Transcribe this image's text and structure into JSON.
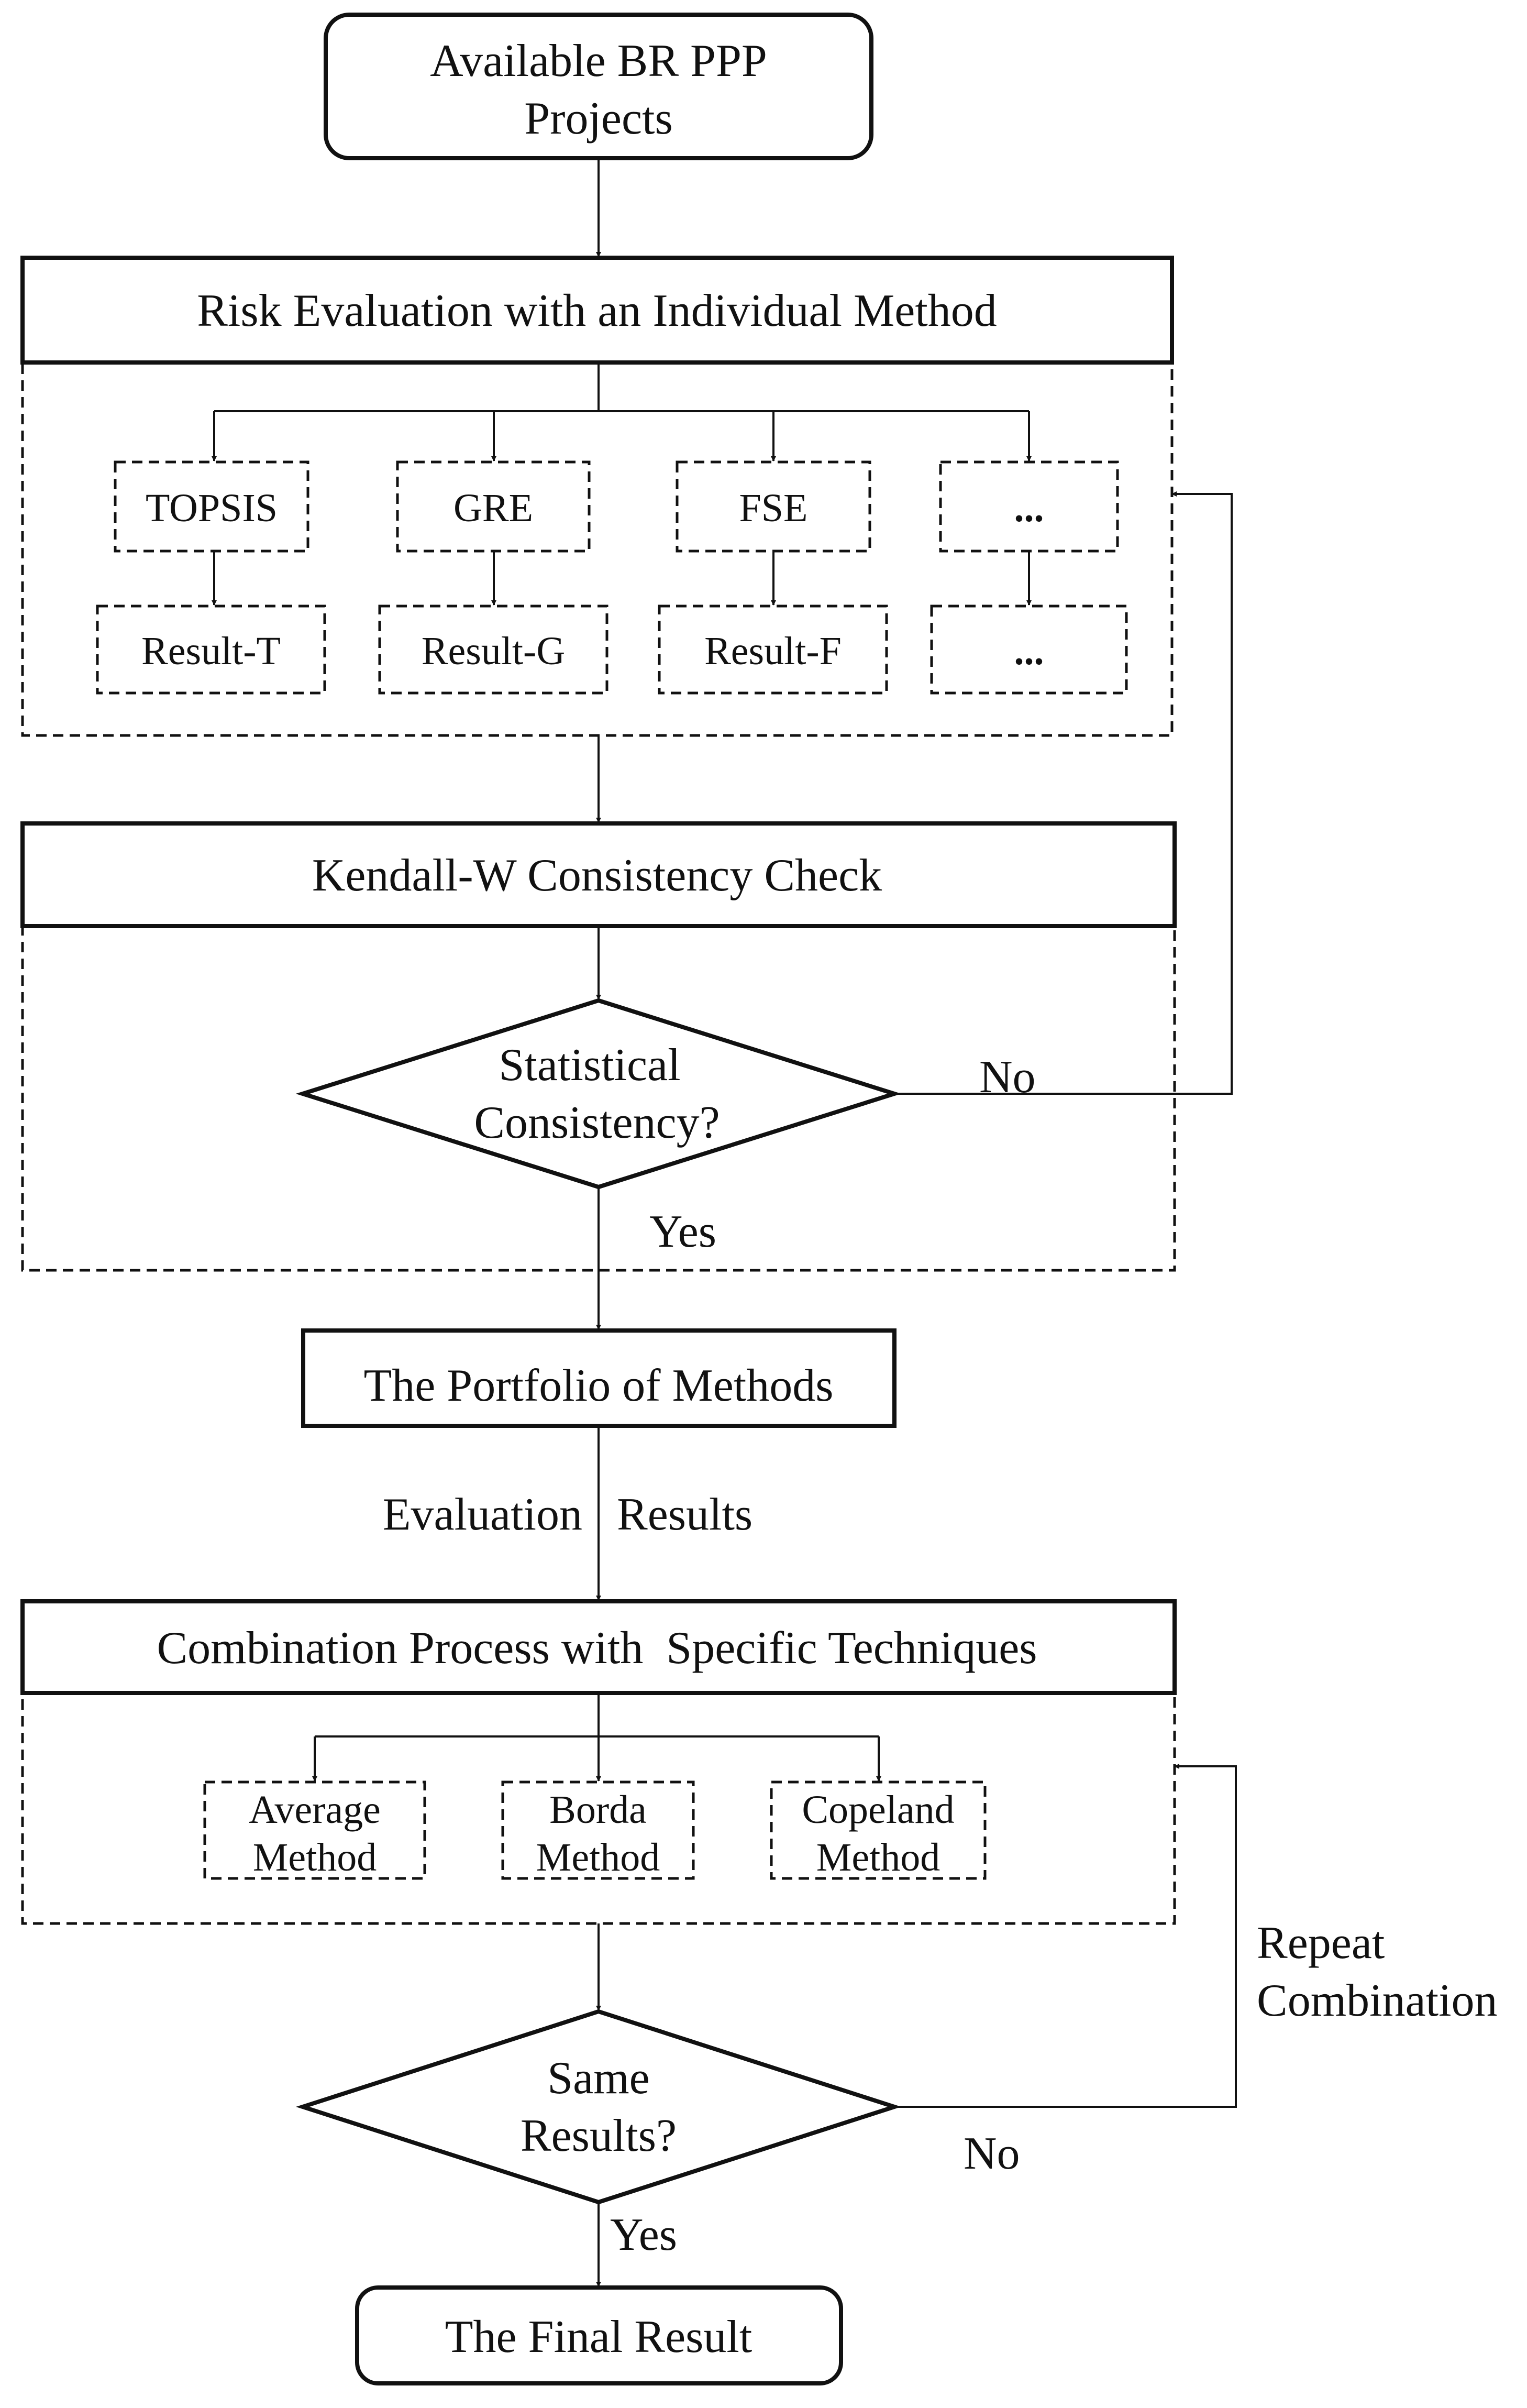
{
  "nodes": {
    "start": [
      "Available BR PPP",
      "Projects"
    ],
    "risk_evaluation": "Risk Evaluation with an Individual Method",
    "methods": [
      "TOPSIS",
      "GRE",
      "FSE",
      "..."
    ],
    "results": [
      "Result-T",
      "Result-G",
      "Result-F",
      "..."
    ],
    "kendall": "Kendall-W Consistency Check",
    "decision_consistency": [
      "Statistical",
      "Consistency?"
    ],
    "portfolio": "The Portfolio of Methods",
    "combination": "Combination Process with  Specific Techniques",
    "techniques": [
      [
        "Average",
        "Method"
      ],
      [
        "Borda",
        "Method"
      ],
      [
        "Copeland",
        "Method"
      ]
    ],
    "decision_same": [
      "Same",
      "Results?"
    ],
    "final": "The Final Result"
  },
  "edge_labels": {
    "no_1": "No",
    "yes_1": "Yes",
    "evaluation": "Evaluation",
    "results": "Results",
    "repeat": [
      "Repeat",
      "Combination"
    ],
    "no_2": "No",
    "yes_2": "Yes"
  }
}
